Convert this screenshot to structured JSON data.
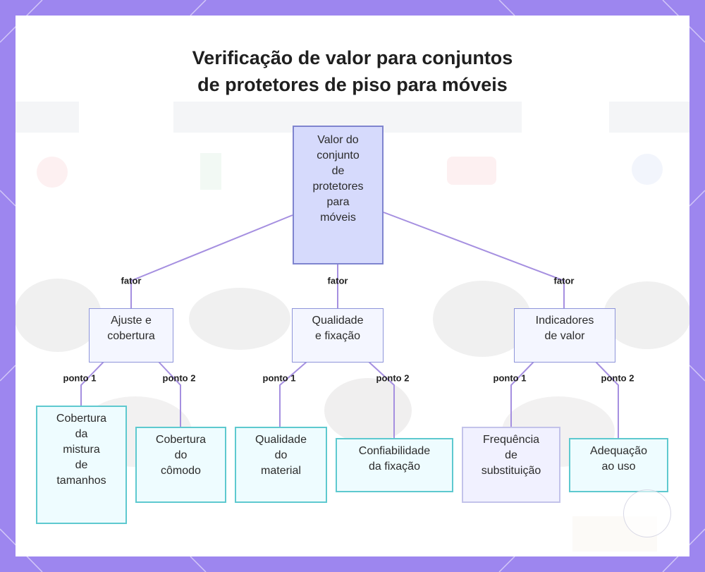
{
  "diagram": {
    "title_lines": [
      "Verificação de valor para conjuntos",
      "de protetores de piso para móveis"
    ],
    "root": {
      "label": "Valor do\nconjunto\nde\nprotetores\npara\nmóveis"
    },
    "factors": [
      {
        "edge_label": "fator",
        "label": "Ajuste e\ncobertura",
        "points": [
          {
            "edge_label": "ponto 1",
            "label": "Cobertura\nda\nmistura\nde\ntamanhos"
          },
          {
            "edge_label": "ponto 2",
            "label": "Cobertura\ndo\ncômodo"
          }
        ]
      },
      {
        "edge_label": "fator",
        "label": "Qualidade\ne fixação",
        "points": [
          {
            "edge_label": "ponto 1",
            "label": "Qualidade\ndo\nmaterial"
          },
          {
            "edge_label": "ponto 2",
            "label": "Confiabilidade\nda fixação"
          }
        ]
      },
      {
        "edge_label": "fator",
        "label": "Indicadores\nde valor",
        "points": [
          {
            "edge_label": "ponto 1",
            "label": "Frequência\nde\nsubstituição"
          },
          {
            "edge_label": "ponto 2",
            "label": "Adequação\nao uso"
          }
        ]
      }
    ]
  },
  "colors": {
    "frame": "#9d86ef",
    "edge": "#a58fe0",
    "root_fill": "#d6dafc",
    "leaf_border": "#5ec9cf"
  }
}
